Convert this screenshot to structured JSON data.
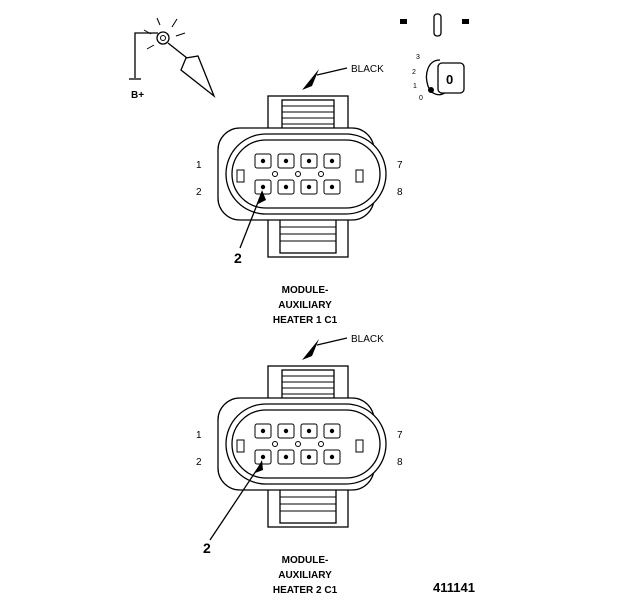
{
  "legend": {
    "battery_label": "B+",
    "ignition_numbers": [
      "3",
      "2",
      "1",
      "0"
    ],
    "ignition_key_letter": "0"
  },
  "connectors": [
    {
      "wire_color_label": "BLACK",
      "pin_left_top": "1",
      "pin_left_bottom": "2",
      "pin_right_top": "7",
      "pin_right_bottom": "8",
      "callout": "2",
      "caption_lines": [
        "MODULE-",
        "AUXILIARY",
        "HEATER 1 C1"
      ]
    },
    {
      "wire_color_label": "BLACK",
      "pin_left_top": "1",
      "pin_left_bottom": "2",
      "pin_right_top": "7",
      "pin_right_bottom": "8",
      "callout": "2",
      "caption_lines": [
        "MODULE-",
        "AUXILIARY",
        "HEATER 2 C1"
      ]
    }
  ],
  "figure_number": "411141"
}
